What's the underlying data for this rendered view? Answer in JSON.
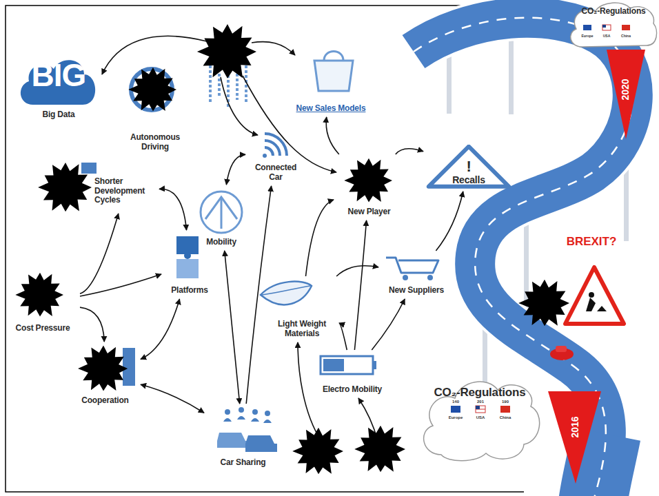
{
  "diagram": {
    "nodes": [
      {
        "text": [
          "BIG",
          "Big Data"
        ]
      },
      {
        "text": [
          "Autonomous Driving"
        ]
      },
      {
        "text": [
          "New Sales Models"
        ]
      },
      {
        "text": [
          "Connected Car"
        ]
      },
      {
        "text": [
          "Shorter Development Cycles"
        ]
      },
      {
        "text": [
          "Mobility"
        ]
      },
      {
        "text": [
          "New Player"
        ]
      },
      {
        "text": [
          "!",
          "Recalls"
        ]
      },
      {
        "text": [
          "Platforms"
        ]
      },
      {
        "text": [
          "Cost Pressure"
        ]
      },
      {
        "text": [
          "New Suppliers"
        ]
      },
      {
        "text": [
          "Light Weight Materials"
        ]
      },
      {
        "text": [
          "Cooperation"
        ]
      },
      {
        "text": [
          "Electro Mobility"
        ]
      },
      {
        "text": [
          "Car Sharing"
        ]
      },
      {
        "text": [
          "CO₂-Regulations"
        ]
      },
      {
        "text": [
          "CO₂-Regulations"
        ]
      }
    ],
    "edges": [
      {
        "from": 4,
        "to": 8,
        "arrow": "both"
      },
      {
        "from": 9,
        "to": 4,
        "arrow": "to"
      },
      {
        "from": 9,
        "to": 8,
        "arrow": "to"
      },
      {
        "from": 9,
        "to": 12,
        "arrow": "to"
      },
      {
        "from": 12,
        "to": 8,
        "arrow": "both"
      },
      {
        "from": 12,
        "to": 14,
        "arrow": "both"
      },
      {
        "from": 5,
        "to": 3,
        "arrow": "both"
      },
      {
        "from": 5,
        "to": 14,
        "arrow": "both"
      },
      {
        "from": 14,
        "to": 3,
        "arrow": "to"
      },
      {
        "from": 11,
        "to": 6,
        "arrow": "to"
      },
      {
        "from": 11,
        "to": 10,
        "arrow": "to"
      },
      {
        "from": 13,
        "to": 11,
        "arrow": "to"
      },
      {
        "from": 13,
        "to": 6,
        "arrow": "to"
      },
      {
        "from": 13,
        "to": 10,
        "arrow": "to"
      },
      {
        "from": 10,
        "to": 7,
        "arrow": "to"
      },
      {
        "from": 6,
        "to": 7,
        "arrow": "to"
      },
      {
        "from": 6,
        "to": 2,
        "arrow": "to"
      }
    ],
    "labels": [
      "BREXIT?",
      "2020",
      "2016",
      "Europe",
      "USA",
      "China",
      "140",
      "201",
      "190",
      "Europe",
      "USA",
      "China"
    ]
  }
}
